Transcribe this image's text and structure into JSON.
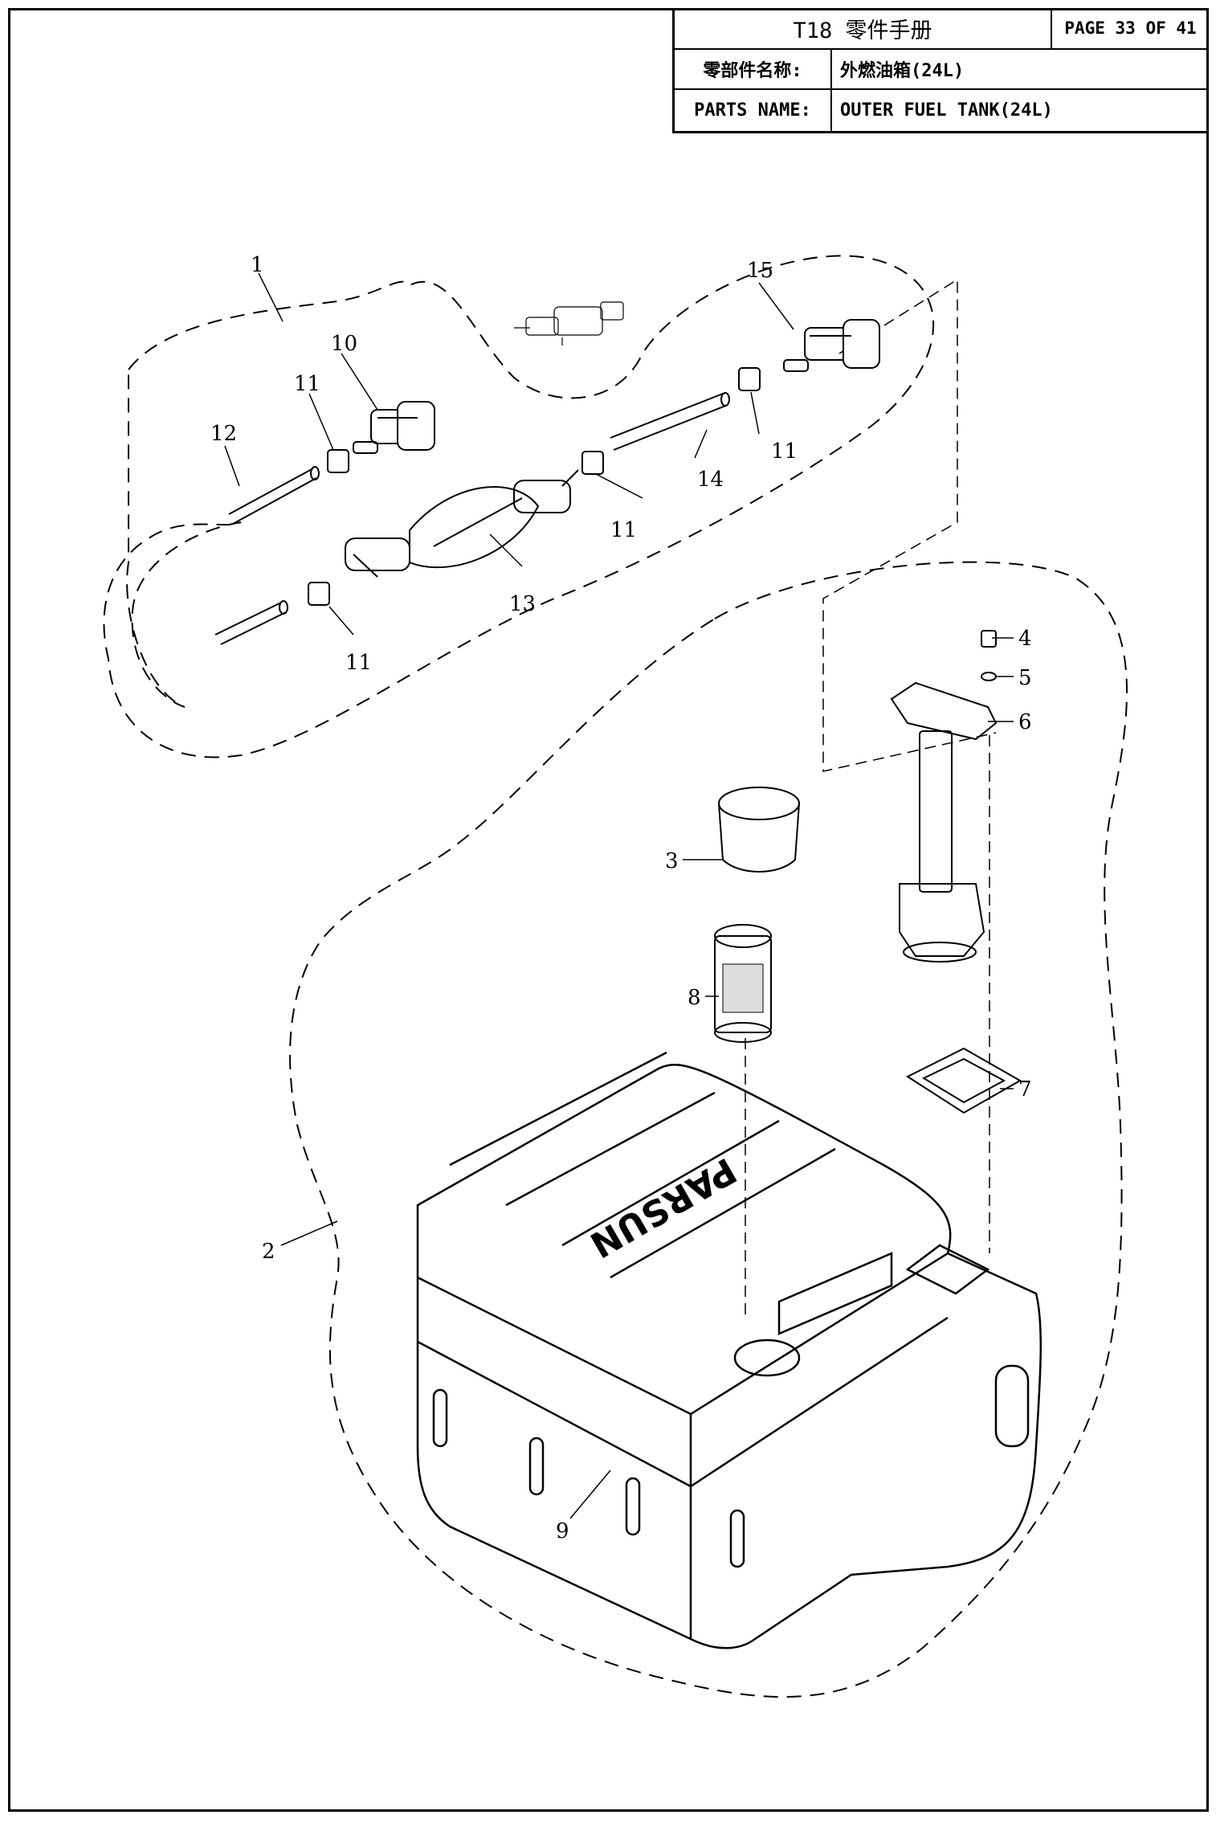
{
  "title_block": {
    "manual_title": "T18 零件手册",
    "page_label": "PAGE 33 OF 41",
    "cn_label": "零部件名称:",
    "cn_value": "外燃油箱(24L)",
    "en_label": "PARTS NAME:",
    "en_value": "OUTER FUEL TANK(24L)"
  },
  "callouts": {
    "c1": "1",
    "c2": "2",
    "c3": "3",
    "c4": "4",
    "c5": "5",
    "c6": "6",
    "c7": "7",
    "c8": "8",
    "c9": "9",
    "c10": "10",
    "c11a": "11",
    "c11b": "11",
    "c11c": "11",
    "c11d": "11",
    "c12": "12",
    "c13": "13",
    "c14": "14",
    "c15": "15"
  },
  "tank_brand": "PARSUN"
}
